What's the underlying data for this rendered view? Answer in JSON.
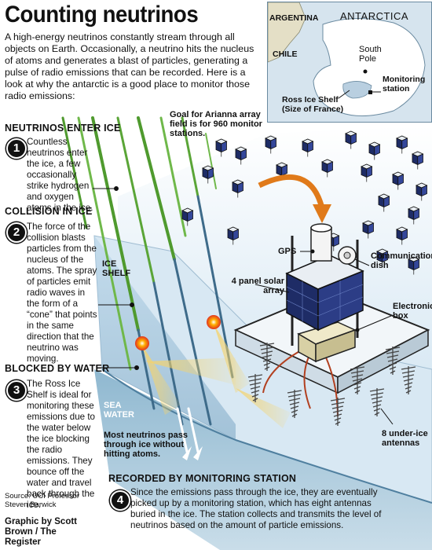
{
  "title": "Counting neutrinos",
  "intro": "A high-energy neutrinos constantly stream through all objects on Earth. Occasionally, a neutrino hits the nucleus of atoms and generates a blast of particles, generating a pulse of radio emissions that can be recorded. Here is a look at why the antarctic is a good place to monitor those radio emissions:",
  "map": {
    "region": "ANTARCTICA",
    "argentina": "ARGENTINA",
    "chile": "CHILE",
    "south_pole": "South Pole",
    "monitoring": "Monitoring station",
    "ross_shelf": "Ross Ice Shelf",
    "ross_size": "(Size of France)"
  },
  "steps": [
    {
      "number": "1",
      "heading": "NEUTRINOS ENTER ICE",
      "text": "Countless neutrinos enter the ice, a few occasionally strike hydrogen and oxygen atoms in the ice."
    },
    {
      "number": "2",
      "heading": "COLLISION IN ICE",
      "text": "The force of the collision blasts particles from the nucleus of the atoms. The spray of particles emit radio waves in the form of a “cone” that points in the same direction that the neutrino was moving."
    },
    {
      "number": "3",
      "heading": "BLOCKED BY WATER",
      "text": "The Ross Ice Shelf is ideal for monitoring these emissions due to the water below the ice blocking the radio emissions. They bounce off the water and travel back through the ice."
    },
    {
      "number": "4",
      "heading": "RECORDED BY MONITORING STATION",
      "text": "Since the emissions pass through the ice, they are eventually picked up by a monitoring station, which has eight antennas buried in the ice. The station collects and transmits the level of neutrinos based on the amount of particle emissions."
    }
  ],
  "labels": {
    "goal": "Goal for Arianna array field is for 960 monitor stations.",
    "gps": "GPS",
    "comm": "Communication dish",
    "solar": "4 panel solar array",
    "electronics": "Electronics box",
    "ice_shelf": "ICE SHELF",
    "sea_water": "SEA WATER",
    "most": "Most neutrinos pass through ice without hitting atoms.",
    "antennas": "8 under-ice antennas"
  },
  "source": "Source: UCI Professor Steven Barwick",
  "credit": "Graphic by Scott Brown / The Register",
  "colors": {
    "ice": "#dfeef7",
    "water": "#8fb8d0",
    "neutrino": "#4f9a2e",
    "station": "#222222",
    "cone": "#f3c75a"
  }
}
